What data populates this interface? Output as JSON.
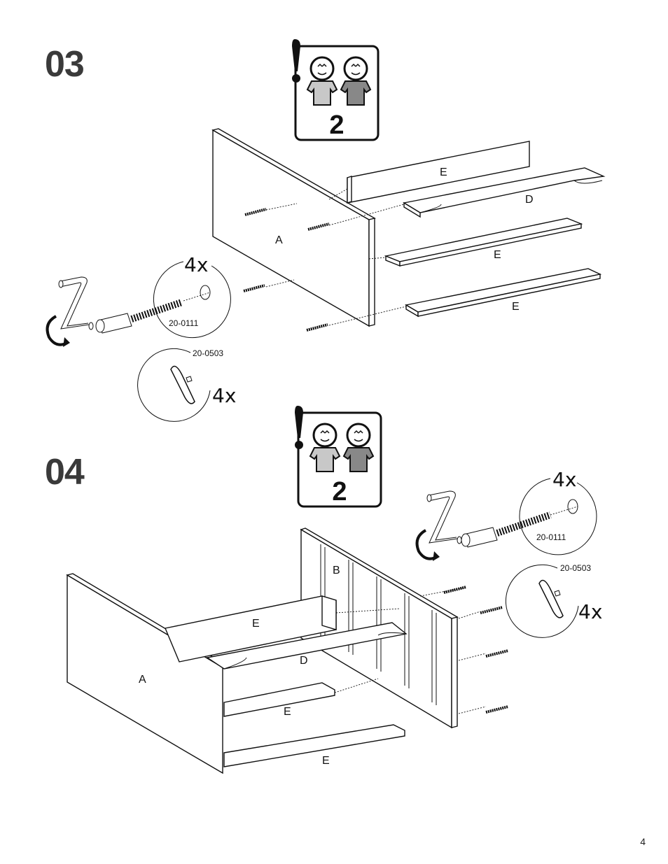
{
  "steps": [
    {
      "number": "03",
      "persons_badge": {
        "count": "2",
        "icon": "two-persons-icon"
      },
      "part_labels": {
        "a": "A",
        "d": "D",
        "e_top": "E",
        "e_mid": "E",
        "e_bottom": "E"
      },
      "hardware": [
        {
          "code": "20-0111",
          "quantity": "4x",
          "icon": "cam-bolt-icon"
        },
        {
          "code": "20-0503",
          "quantity": "4x",
          "icon": "cam-lock-icon"
        }
      ]
    },
    {
      "number": "04",
      "persons_badge": {
        "count": "2",
        "icon": "two-persons-icon"
      },
      "part_labels": {
        "a": "A",
        "b": "B",
        "d": "D",
        "e_top": "E",
        "e_mid": "E",
        "e_bottom": "E"
      },
      "hardware": [
        {
          "code": "20-0111",
          "quantity": "4x",
          "icon": "cam-bolt-icon"
        },
        {
          "code": "20-0503",
          "quantity": "4x",
          "icon": "cam-lock-icon"
        }
      ]
    }
  ],
  "page_number": "4"
}
